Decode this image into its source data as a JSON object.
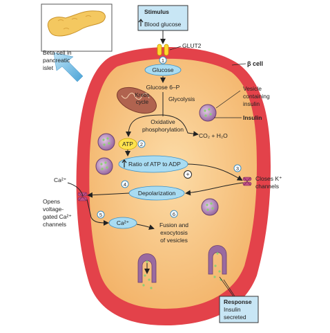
{
  "stimulus": {
    "title": "Stimulus",
    "text": "Blood glucose",
    "arrow": "up-arrow"
  },
  "labels": {
    "beta_cell_islet": [
      "Beta cell in",
      "pancreatic",
      "islet"
    ],
    "glut2": "GLUT2",
    "beta_cell": "β cell",
    "glucose": "Glucose",
    "glucose6p": "Glucose 6–P",
    "krebs": [
      "Krebs",
      "cycle"
    ],
    "glycolysis": "Glycolysis",
    "oxphos": [
      "Oxidative",
      "phosphorylation"
    ],
    "co2_h2o": "CO₂ + H₂O",
    "atp": "ATP",
    "ratio": "Ratio of ATP to ADP",
    "plus": "+",
    "depolarization": "Depolarization",
    "ca_outside": "Ca²⁺",
    "ca_inside": "Ca²⁺",
    "opens_channels": [
      "Opens",
      "voltage-",
      "gated Ca²⁺",
      "channels"
    ],
    "closes_channels": [
      "Closes K⁺",
      "channels"
    ],
    "vesicle": [
      "Vesicle",
      "containing",
      "insulin"
    ],
    "insulin": "Insulin",
    "fusion": [
      "Fusion and",
      "exocytosis",
      "of vesicles"
    ]
  },
  "steps": [
    "1",
    "2",
    "3",
    "4",
    "5",
    "6"
  ],
  "response": {
    "title": "Response",
    "lines": [
      "Insulin",
      "secreted"
    ]
  },
  "colors": {
    "cell_fill": "#f7c98a",
    "cell_border": "#e3424a",
    "blue_pill": "#a9dcf2",
    "blue_border": "#3a8fc5",
    "atp_yellow": "#ffe34d",
    "vesicle_fill": "#b388b8",
    "mito": "#a35a4a"
  }
}
